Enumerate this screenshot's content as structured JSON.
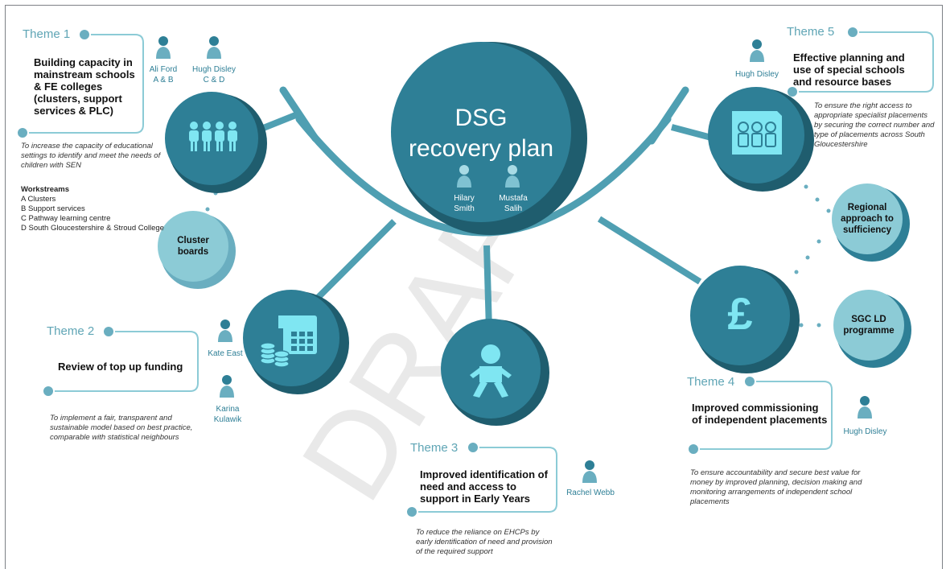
{
  "colors": {
    "dark": "#2e7f96",
    "mid": "#6aaec0",
    "light": "#8ccbd6",
    "line": "#4f9fb2",
    "shadow": "#1f5d6e",
    "icon": "#7fe6f2"
  },
  "watermark": "DRAFT",
  "hub": {
    "title_line1": "DSG",
    "title_line2": "recovery plan",
    "people": [
      {
        "name": "Hilary\nSmith"
      },
      {
        "name": "Mustafa\nSalih"
      }
    ]
  },
  "theme1": {
    "label": "Theme 1",
    "title": "Building capacity in mainstream schools & FE colleges (clusters, support services & PLC)",
    "description": "To increase the capacity of educational settings to identify and meet the needs of children with SEN",
    "workstreams_heading": "Workstreams",
    "workstreams": [
      "A Clusters",
      "B Support services",
      "C Pathway learning centre",
      "D South Gloucestershire & Stroud College"
    ],
    "people": [
      {
        "name": "Ali Ford\nA & B"
      },
      {
        "name": "Hugh Disley\nC & D"
      }
    ],
    "icon": "people-group-icon",
    "sub_bubble": "Cluster boards"
  },
  "theme2": {
    "label": "Theme 2",
    "title": "Review of top up funding",
    "description": "To implement a fair, transparent and sustainable model based on best practice, comparable with statistical neighbours",
    "people": [
      {
        "name": "Kate East"
      },
      {
        "name": "Karina\nKulawik"
      }
    ],
    "icon": "calculator-coins-icon"
  },
  "theme3": {
    "label": "Theme 3",
    "title": "Improved identification of need and access to support in Early Years",
    "description": "To reduce the reliance on EHCPs by early identification of need and provision of the required support",
    "people": [
      {
        "name": "Rachel Webb"
      }
    ],
    "icon": "baby-icon"
  },
  "theme4": {
    "label": "Theme 4",
    "title": "Improved commissioning of independent placements",
    "description": "To ensure accountability and secure best value for money by improved planning, decision making and monitoring arrangements of independent school placements",
    "people": [
      {
        "name": "Hugh Disley"
      }
    ],
    "icon": "pound-sign-icon",
    "symbol": "£",
    "sub_bubble": "SGC LD programme"
  },
  "theme5": {
    "label": "Theme 5",
    "title": "Effective planning and use of special schools and resource bases",
    "description": "To ensure the right access to appropriate specialist placements by securing the correct number and type of placements across South Gloucestershire",
    "people": [
      {
        "name": "Hugh Disley"
      }
    ],
    "icon": "school-building-icon",
    "sub_bubble": "Regional approach to sufficiency"
  }
}
